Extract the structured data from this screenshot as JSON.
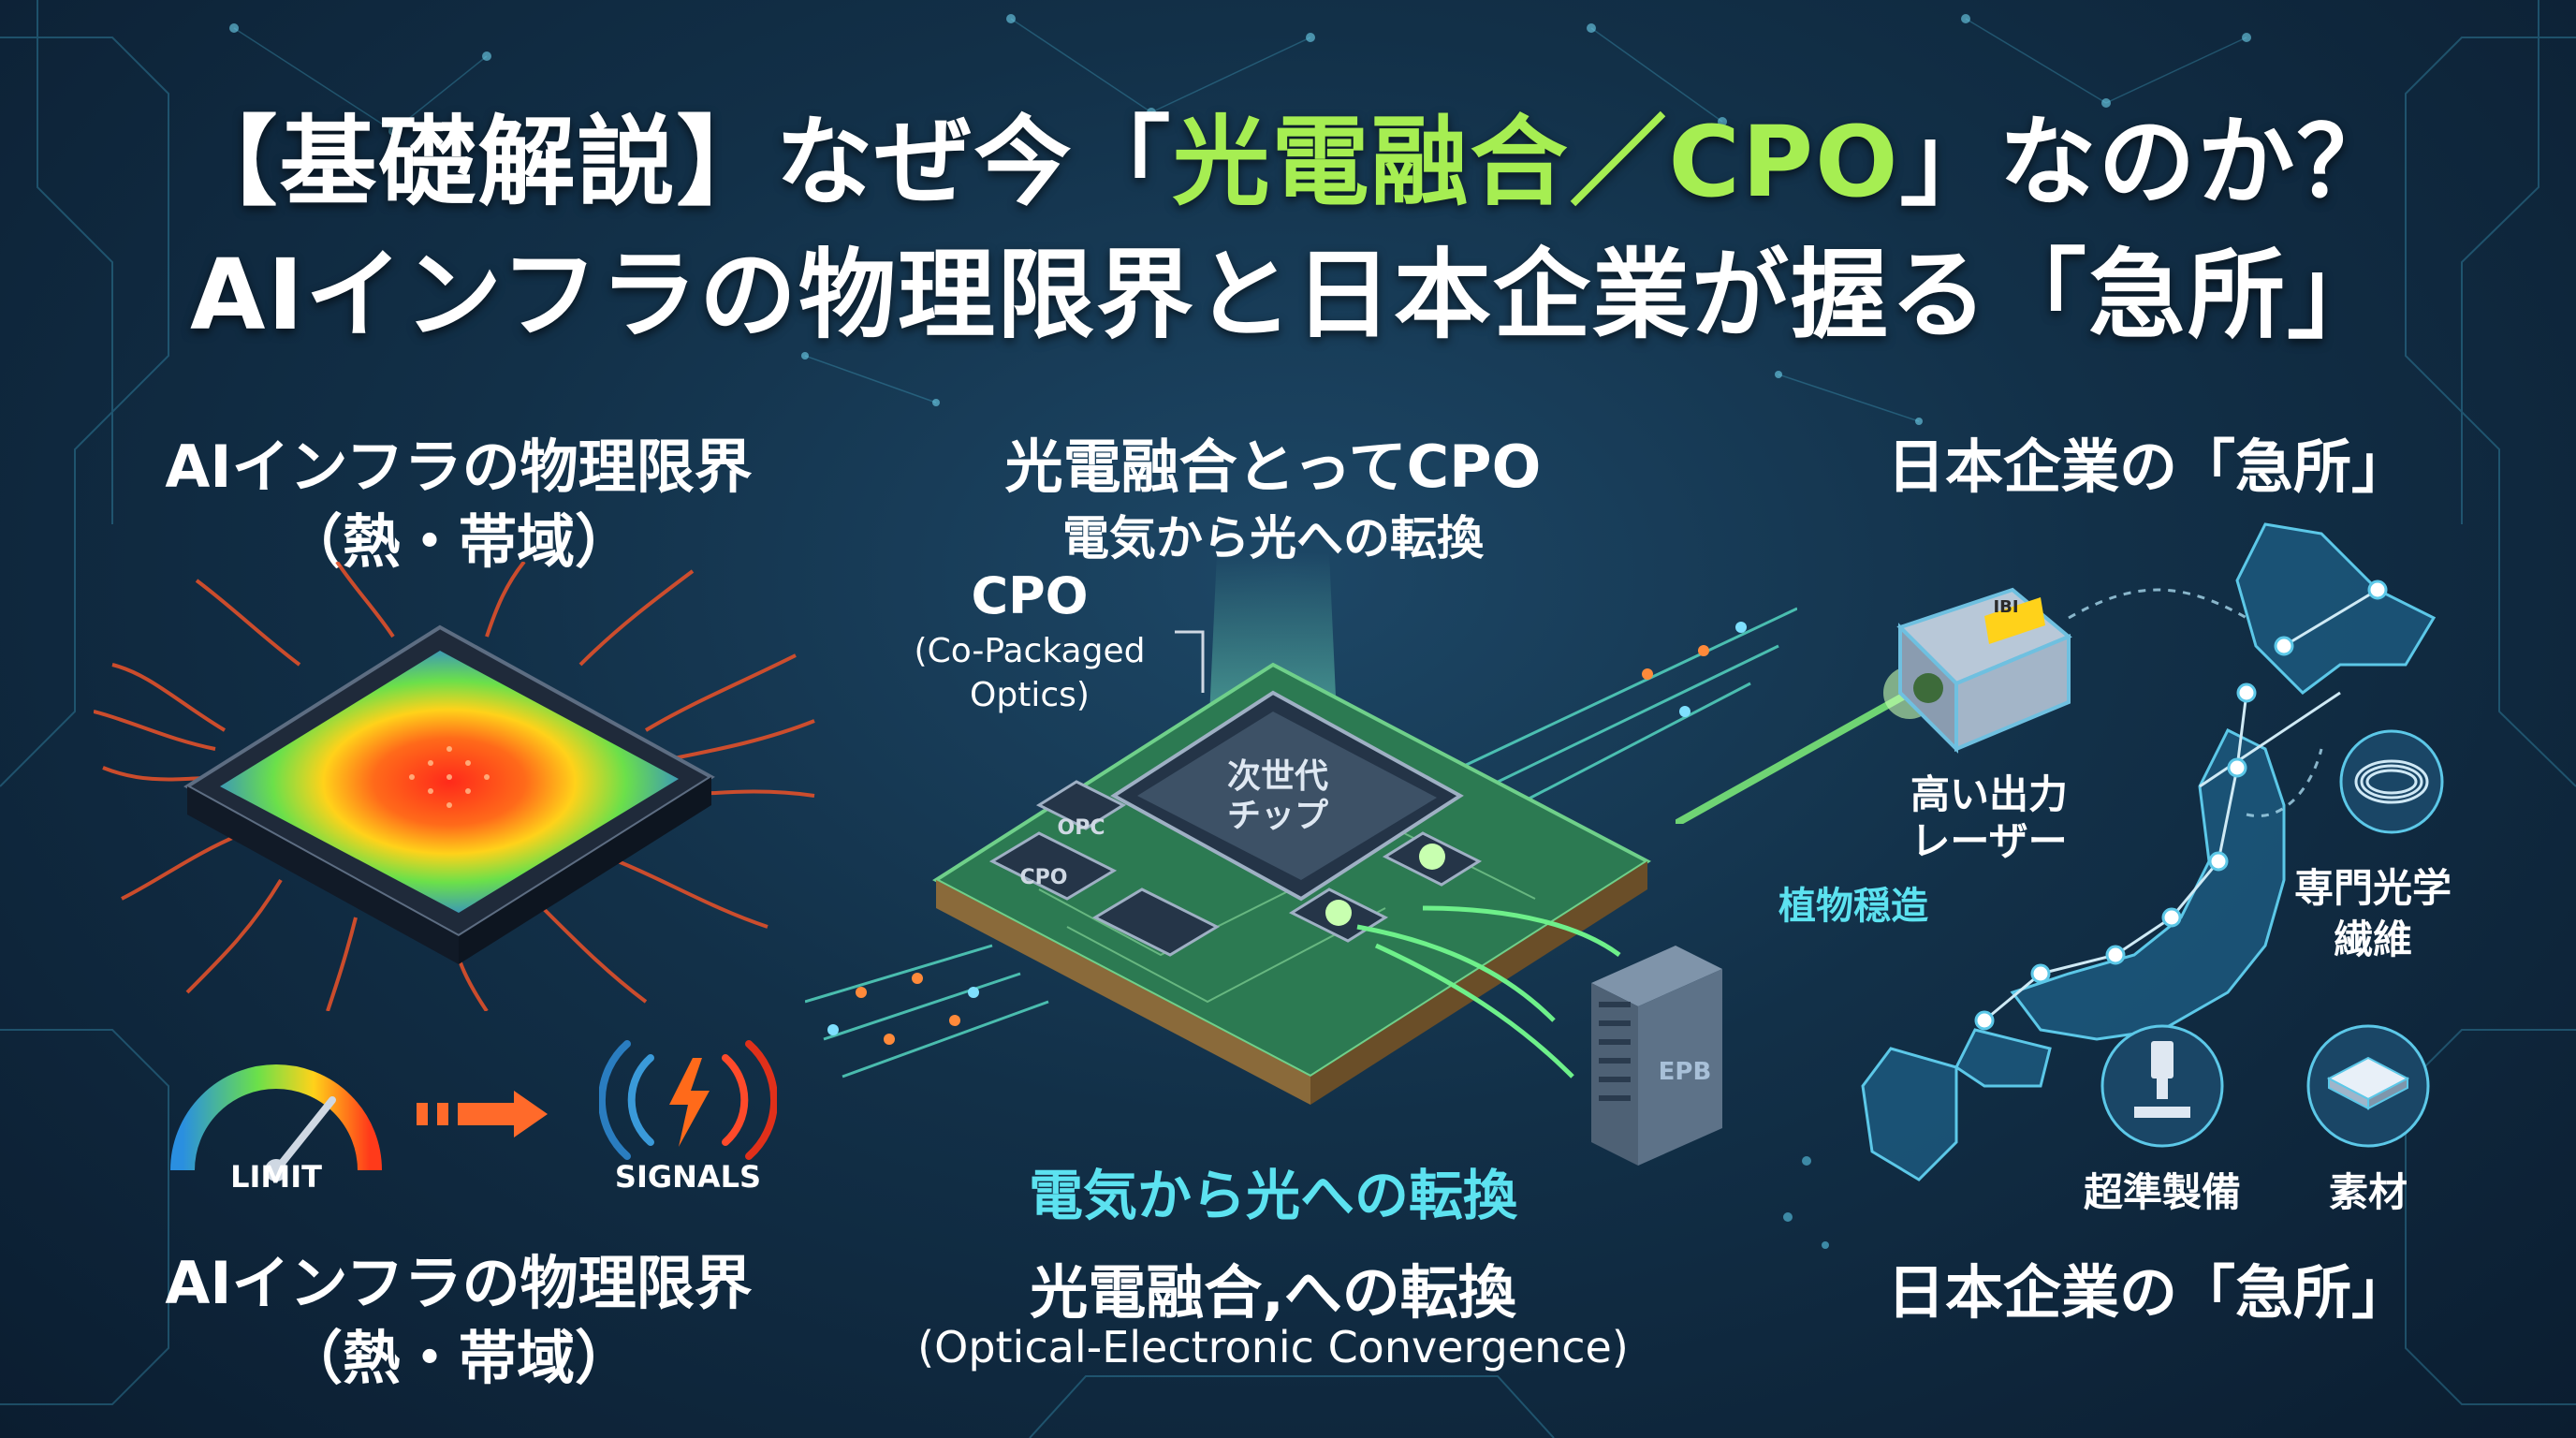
{
  "title": {
    "line1_prefix": "【基礎解説】なぜ今「",
    "line1_highlight": "光電融合／CPO",
    "line1_suffix": "」なのか？",
    "line2": "AIインフラの物理限界と日本企業が握る「急所」"
  },
  "left": {
    "heading": "AIインフラの物理限界",
    "heading_sub": "（熱・帯域）",
    "gauge_label": "LIMIT",
    "signal_label": "SIGNALS",
    "footer": "AIインフラの物理限界",
    "footer_sub": "（熱・帯域）"
  },
  "center": {
    "heading": "光電融合とってCPO",
    "heading_sub": "電気から光への転換",
    "cpo_label": "CPO",
    "cpo_full_1": "(Co-Packaged",
    "cpo_full_2": "Optics)",
    "chip_label_1": "次世代",
    "chip_label_2": "チップ",
    "chip_small_1": "OPC",
    "chip_small_2": "CPO",
    "server_label": "EPB",
    "caption": "電気から光への転換",
    "footer": "光電融合,への転換",
    "footer_sub": "(Optical-Electronic Convergence)"
  },
  "right": {
    "heading": "日本企業の「急所」",
    "laser_tag": "IBI",
    "laser_1": "高い出力",
    "laser_2": "レーザー",
    "plant": "植物穏造",
    "fiber_1": "専門光学",
    "fiber_2": "繊維",
    "manufacturing": "超準製備",
    "material": "素材",
    "footer": "日本企業の「急所」"
  },
  "colors": {
    "accent_green": "#a6ee52",
    "accent_cyan": "#5ce2f0",
    "background": "#123048"
  }
}
